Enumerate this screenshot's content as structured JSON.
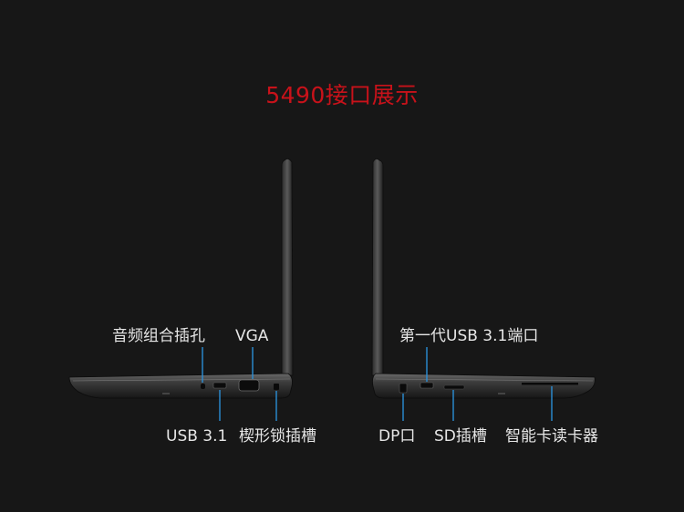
{
  "title": "5490接口展示",
  "colors": {
    "title": "#c8121a",
    "background": "#171717",
    "label": "#e6e6e6",
    "leader_line": "#2b8fd6"
  },
  "left_side": {
    "top_labels": [
      "音频组合插孔",
      "VGA"
    ],
    "bottom_labels": [
      "USB 3.1",
      "楔形锁插槽"
    ]
  },
  "right_side": {
    "top_labels": [
      "第一代USB 3.1端口"
    ],
    "bottom_labels": [
      "DP口",
      "SD插槽",
      "智能卡读卡器"
    ]
  }
}
